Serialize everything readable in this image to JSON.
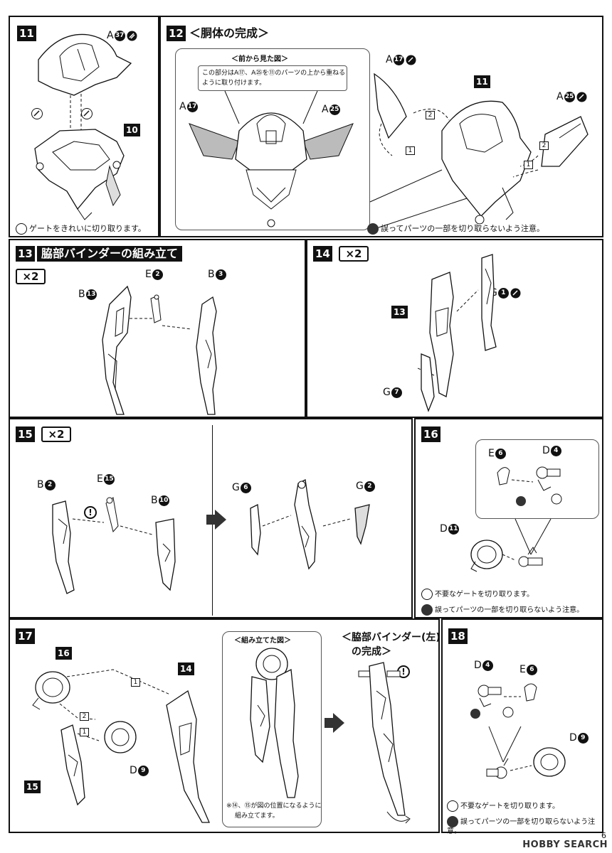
{
  "steps": {
    "s11": {
      "num": "11",
      "labels": {
        "a37": "A",
        "a37n": "37",
        "part10": "10"
      },
      "legend": "ゲートをきれいに切り取ります。"
    },
    "s12": {
      "num": "12",
      "title": "＜胴体の完成＞",
      "subhead": "＜前から見た図＞",
      "callout_line1": "この部分はA⑰、A㉕を⑪のパーツの上から重ねる",
      "callout_line2": "ように取り付けます。",
      "labels": {
        "a17": "A",
        "a17n": "17",
        "a25": "A",
        "a25n": "25",
        "r_a17": "A",
        "r_a17n": "17",
        "r_a25": "A",
        "r_a25n": "25",
        "part11": "11",
        "step1a": "1",
        "step2a": "2",
        "step1b": "1",
        "step2b": "2"
      },
      "legend": "誤ってパーツの一部を切り取らないよう注意。"
    },
    "s13": {
      "num": "13",
      "title": "脇部バインダーの組み立て",
      "mult": "×2",
      "labels": {
        "b13": "B",
        "b13n": "13",
        "e2": "E",
        "e2n": "2",
        "b3": "B",
        "b3n": "3"
      }
    },
    "s14": {
      "num": "14",
      "mult": "×2",
      "labels": {
        "part13": "13",
        "g1": "G",
        "g1n": "1",
        "g7": "G",
        "g7n": "7"
      }
    },
    "s15": {
      "num": "15",
      "mult": "×2",
      "labels": {
        "b2": "B",
        "b2n": "2",
        "e15": "E",
        "e15n": "15",
        "b10": "B",
        "b10n": "10",
        "g6": "G",
        "g6n": "6",
        "g2": "G",
        "g2n": "2"
      }
    },
    "s16": {
      "num": "16",
      "labels": {
        "e6": "E",
        "e6n": "6",
        "d4": "D",
        "d4n": "4",
        "d11": "D",
        "d11n": "11"
      },
      "legend1": "不要なゲートを切り取ります。",
      "legend2": "誤ってパーツの一部を切り取らないよう注意。"
    },
    "s17": {
      "num": "17",
      "subhead": "＜組み立てた図＞",
      "title_line1": "＜脇部バインダー(左)",
      "title_line2": "の完成＞",
      "note_line1": "※⑭、⑮が図の位置になるように",
      "note_line2": "組み立てます。",
      "labels": {
        "part16": "16",
        "part14": "14",
        "part15": "15",
        "d9": "D",
        "d9n": "9",
        "step1a": "1",
        "step2": "2",
        "step1b": "1"
      }
    },
    "s18": {
      "num": "18",
      "labels": {
        "d4": "D",
        "d4n": "4",
        "e6": "E",
        "e6n": "6",
        "d9": "D",
        "d9n": "9"
      },
      "legend1": "不要なゲートを切り取ります。",
      "legend2": "誤ってパーツの一部を切り取らないよう注意。"
    }
  },
  "footer": {
    "watermark": "HOBBY SEARCH",
    "page": "6"
  }
}
